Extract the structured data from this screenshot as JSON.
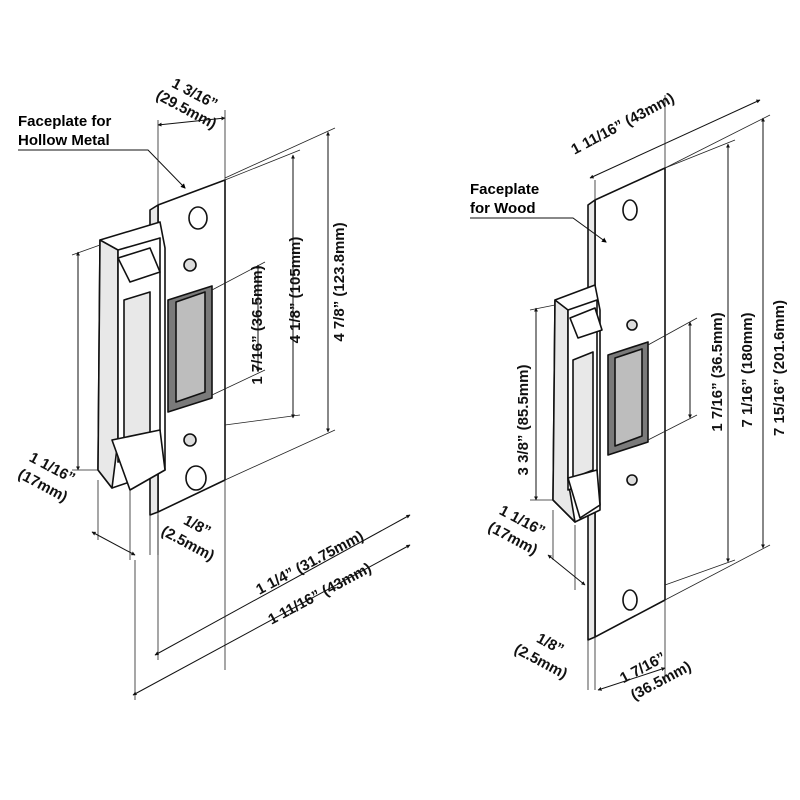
{
  "callouts": {
    "hollow_metal": [
      "Faceplate for",
      "Hollow Metal"
    ],
    "wood": [
      "Faceplate",
      "for Wood"
    ]
  },
  "left": {
    "top_width": [
      "1 3/16”",
      "(29.5mm)"
    ],
    "keeper_height": "1 7/16” (36.5mm)",
    "body_height": "4 1/8” (105mm)",
    "plate_height": "4 7/8” (123.8mm)",
    "depth": [
      "1 1/16”",
      "(17mm)"
    ],
    "lip": [
      "1/8”",
      "(2.5mm)"
    ],
    "width_1": "1 1/4” (31.75mm)",
    "width_2": "1 11/16” (43mm)"
  },
  "right": {
    "top_width": "1 11/16” (43mm)",
    "keeper_height": "1 7/16” (36.5mm)",
    "body_height": "3 3/8” (85.5mm)",
    "mid_height": "7 1/16” (180mm)",
    "plate_height": "7 15/16” (201.6mm)",
    "depth": [
      "1 1/16”",
      "(17mm)"
    ],
    "lip": [
      "1/8”",
      "(2.5mm)"
    ],
    "bottom_width": [
      "1 7/16”",
      "(36.5mm)"
    ]
  },
  "colors": {
    "line": "#111111",
    "shade": "#e8e8e8",
    "dark": "#7a7a7a",
    "background": "#ffffff"
  }
}
